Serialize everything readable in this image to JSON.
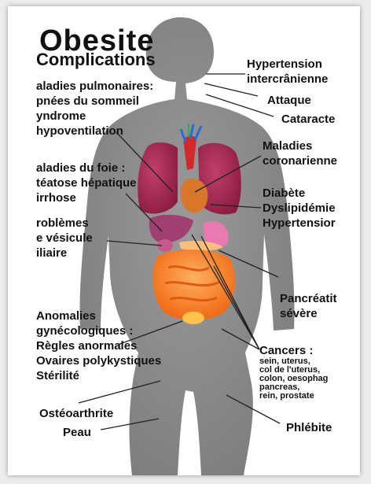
{
  "title_line1": "Obesite",
  "title_line2": "Complications",
  "left_labels": {
    "pulmonaires": [
      "aladies pulmonaires:",
      "pnées du sommeil",
      "yndrome",
      "hypoventilation"
    ],
    "foie": [
      "aladies du foie :",
      "téatose hépatique",
      "irrhose"
    ],
    "vesicule": [
      "roblèmes",
      "e vésicule",
      "iliaire"
    ],
    "gyneco": [
      "Anomalies",
      "gynécologiques :",
      "Règles anormales",
      "Ovaires polykystiques",
      "Stérilité"
    ],
    "osteo": "Ostéoarthrite",
    "peau": "Peau"
  },
  "right_labels": {
    "hypertension_ic": [
      "Hypertension",
      "intercrânienne"
    ],
    "attaque": "Attaque",
    "cataracte": "Cataracte",
    "coronariennes": [
      "Maladies",
      "coronarienne"
    ],
    "diabete": [
      "Diabète",
      "Dyslipidémie",
      "Hypertensior"
    ],
    "pancreatite": [
      "Pancréatit",
      "sévère"
    ],
    "cancers_title": "Cancers :",
    "cancers_list": [
      "sein, uterus,",
      "col de l'uterus,",
      "colon, oesophag",
      "pancreas,",
      "rein, prostate"
    ],
    "phlebite": "Phlébite"
  }
}
